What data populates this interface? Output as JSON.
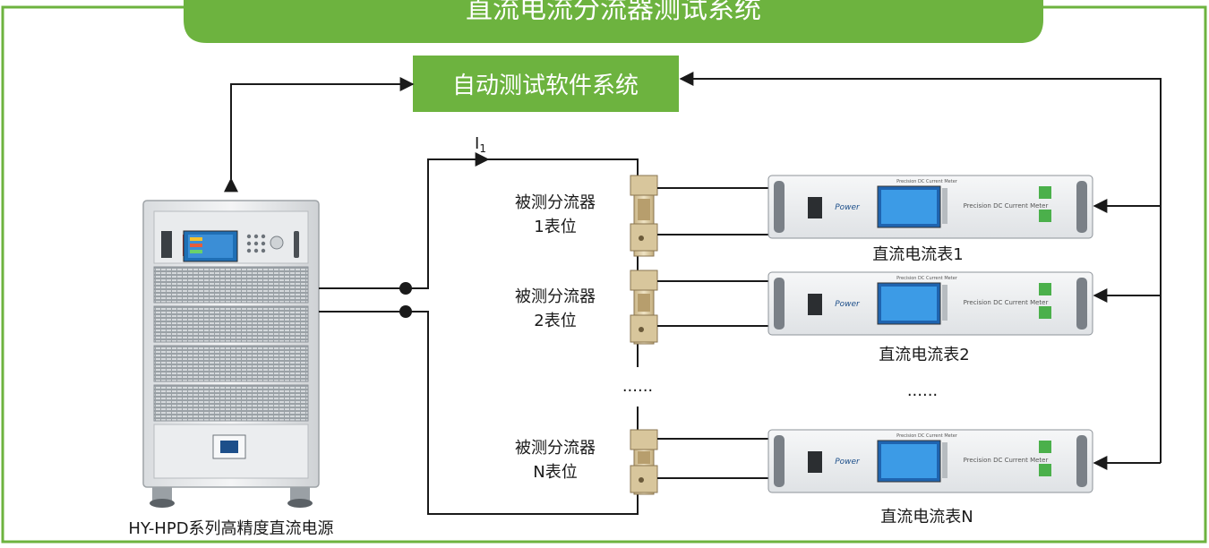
{
  "title": "直流电流分流器测试系统",
  "software": "自动测试软件系统",
  "current_label": "I",
  "current_sub": "1",
  "power_supply_label": "HY-HPD系列高精度直流电源",
  "shunts": [
    {
      "line1": "被测分流器",
      "line2": "1表位"
    },
    {
      "line1": "被测分流器",
      "line2": "2表位"
    },
    {
      "line1": "被测分流器",
      "line2": "N表位"
    }
  ],
  "meters": [
    {
      "label": "直流电流表1"
    },
    {
      "label": "直流电流表2"
    },
    {
      "label": "直流电流表N"
    }
  ],
  "ellipsis": "......",
  "meter_panel_text": "Precision  DC Current Meter",
  "meter_top_text": "Precision DC Current Meter",
  "meter_brand": "Power",
  "colors": {
    "green": "#6db33f",
    "wire": "#1a1a1a",
    "text": "#1a1a1a",
    "copper": "#e0cfa6"
  }
}
